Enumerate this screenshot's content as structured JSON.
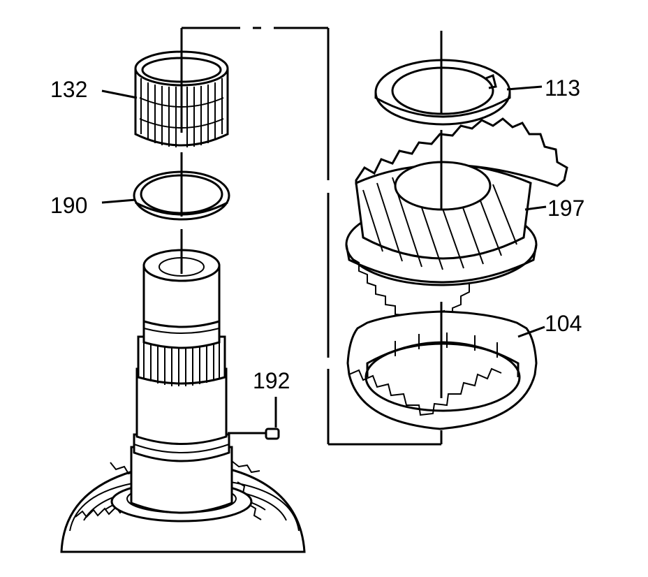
{
  "callouts": {
    "c132": "132",
    "c190": "190",
    "c192": "192",
    "c113": "113",
    "c197": "197",
    "c104": "104"
  },
  "colors": {
    "line": "#000000",
    "background": "#ffffff"
  }
}
